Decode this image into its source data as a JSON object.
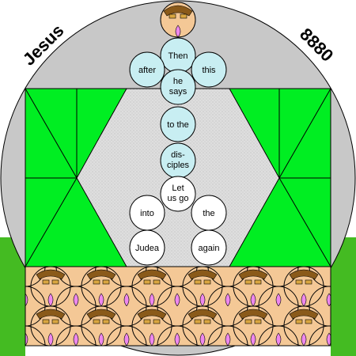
{
  "corner_left": "Jesus",
  "corner_right": "8880",
  "verse": {
    "line1": "Then",
    "line2_left": "after",
    "line2_right": "this",
    "line3a": "he",
    "line3b": "says",
    "line4a": "to",
    "line4b": "the",
    "line5a": "dis-",
    "line5b": "ciples",
    "line6a": "Let",
    "line6b": "us go",
    "line7_left": "into",
    "line7_right": "the",
    "line8_left": "Judea",
    "line8_right": "again"
  },
  "colors": {
    "background": "#ffffff",
    "grass": "#44bb22",
    "sky_circle": "#c8c8c8",
    "green_panel": "#00ee22",
    "inner_hexagon": "#dcdcdc",
    "bubble_blue": "#c8eef2",
    "bubble_white": "#ffffff",
    "face_skin": "#f4c896",
    "face_hair": "#8a5a1a",
    "lotus_pink": "#ee88ee",
    "outline": "#000000"
  }
}
